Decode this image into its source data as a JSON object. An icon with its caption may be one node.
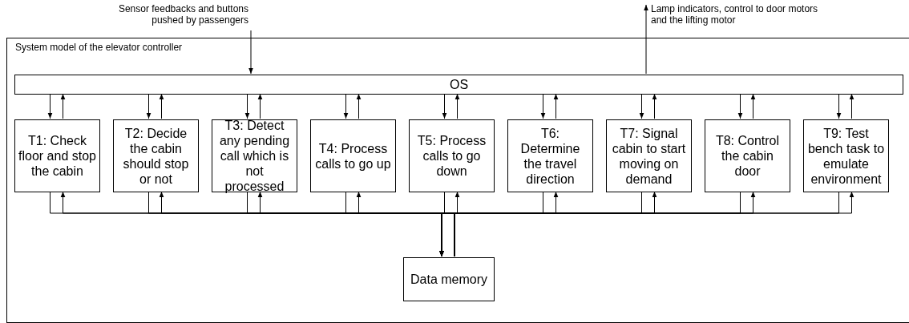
{
  "diagram": {
    "nodes": [
      {
        "text": [
          "Sensor feedbacks and buttons pushed by passengers"
        ]
      },
      {
        "text": [
          "Lamp indicators, control to door motors and the lifting motor"
        ]
      },
      {
        "text": [
          "System model of the elevator controller"
        ]
      },
      {
        "text": [
          "OS"
        ],
        "in": 2
      },
      {
        "text": [
          "T1: Check floor and stop the cabin"
        ],
        "in": 2
      },
      {
        "text": [
          "T2: Decide the cabin should stop or not"
        ],
        "in": 2
      },
      {
        "text": [
          "T3: Detect any pending call which is not processed"
        ],
        "in": 2
      },
      {
        "text": [
          "T4: Process calls to go up"
        ],
        "in": 2
      },
      {
        "text": [
          "T5: Process calls to go down"
        ],
        "in": 2
      },
      {
        "text": [
          "T6: Determine the travel direction"
        ],
        "in": 2
      },
      {
        "text": [
          "T7: Signal cabin to start moving on demand"
        ],
        "in": 2
      },
      {
        "text": [
          "T8: Control the cabin door"
        ],
        "in": 2
      },
      {
        "text": [
          "T9: Test bench task to emulate environment"
        ],
        "in": 2
      },
      {
        "text": [
          "Data memory"
        ],
        "in": 2
      }
    ],
    "edges": [
      {
        "from": 0,
        "to": 3,
        "arrow": "to"
      },
      {
        "from": 3,
        "to": 1,
        "arrow": "to"
      },
      {
        "from": 3,
        "to": 4,
        "arrow": "to"
      },
      {
        "from": 4,
        "to": 3,
        "arrow": "to"
      },
      {
        "from": 3,
        "to": 5,
        "arrow": "to"
      },
      {
        "from": 5,
        "to": 3,
        "arrow": "to"
      },
      {
        "from": 3,
        "to": 6,
        "arrow": "to"
      },
      {
        "from": 6,
        "to": 3,
        "arrow": "to"
      },
      {
        "from": 3,
        "to": 7,
        "arrow": "to"
      },
      {
        "from": 7,
        "to": 3,
        "arrow": "to"
      },
      {
        "from": 3,
        "to": 8,
        "arrow": "to"
      },
      {
        "from": 8,
        "to": 3,
        "arrow": "to"
      },
      {
        "from": 3,
        "to": 9,
        "arrow": "to"
      },
      {
        "from": 9,
        "to": 3,
        "arrow": "to"
      },
      {
        "from": 3,
        "to": 10,
        "arrow": "to"
      },
      {
        "from": 10,
        "to": 3,
        "arrow": "to"
      },
      {
        "from": 3,
        "to": 11,
        "arrow": "to"
      },
      {
        "from": 11,
        "to": 3,
        "arrow": "to"
      },
      {
        "from": 3,
        "to": 12,
        "arrow": "to"
      },
      {
        "from": 12,
        "to": 3,
        "arrow": "to"
      },
      {
        "from": 4,
        "to": 13,
        "arrow": "to"
      },
      {
        "from": 13,
        "to": 4,
        "arrow": "to"
      },
      {
        "from": 5,
        "to": 13,
        "arrow": "to"
      },
      {
        "from": 13,
        "to": 5,
        "arrow": "to"
      },
      {
        "from": 6,
        "to": 13,
        "arrow": "to"
      },
      {
        "from": 13,
        "to": 6,
        "arrow": "to"
      },
      {
        "from": 7,
        "to": 13,
        "arrow": "to"
      },
      {
        "from": 13,
        "to": 7,
        "arrow": "to"
      },
      {
        "from": 8,
        "to": 13,
        "arrow": "to"
      },
      {
        "from": 13,
        "to": 8,
        "arrow": "to"
      },
      {
        "from": 9,
        "to": 13,
        "arrow": "to"
      },
      {
        "from": 13,
        "to": 9,
        "arrow": "to"
      },
      {
        "from": 10,
        "to": 13,
        "arrow": "to"
      },
      {
        "from": 13,
        "to": 10,
        "arrow": "to"
      },
      {
        "from": 11,
        "to": 13,
        "arrow": "to"
      },
      {
        "from": 13,
        "to": 11,
        "arrow": "to"
      },
      {
        "from": 12,
        "to": 13,
        "arrow": "to"
      },
      {
        "from": 13,
        "to": 12,
        "arrow": "to"
      }
    ]
  }
}
